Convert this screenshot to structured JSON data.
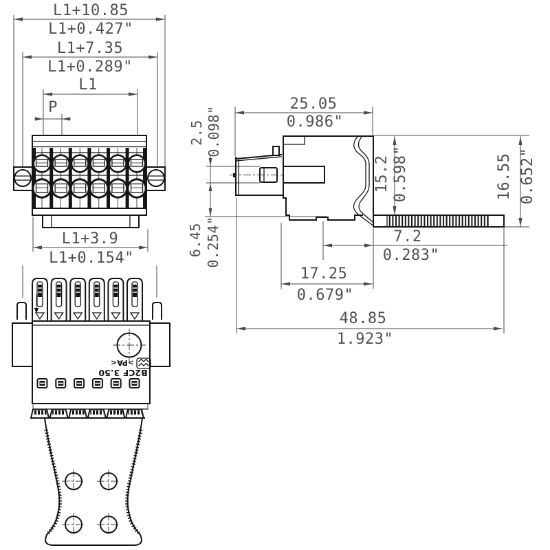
{
  "drawing_type": "connector-technical-drawing",
  "marking": {
    "logo": "weidmueller-logo",
    "material": ">PA<",
    "part_number": "B2CF 3.50"
  },
  "dimensions": {
    "l1_total": {
      "mm": "L1+10.85",
      "inch": "L1+0.427\""
    },
    "l1_screws": {
      "mm": "L1+7.35",
      "inch": "L1+0.289\""
    },
    "l1": {
      "mm": "L1"
    },
    "pitch": {
      "mm": "P"
    },
    "l1_body": {
      "mm": "L1+3.9",
      "inch": "L1+0.154\""
    },
    "depth": {
      "mm": "25.05",
      "inch": "0.986\""
    },
    "pin_width": {
      "mm": "2.5",
      "inch": "0.098\""
    },
    "pin_offset": {
      "mm": "6.45",
      "inch": "0.254\""
    },
    "height_body": {
      "mm": "15.2",
      "inch": "0.598\""
    },
    "height_total": {
      "mm": "16.55",
      "inch": "0.652\""
    },
    "strip_offset": {
      "mm": "7.2",
      "inch": "0.283\""
    },
    "body_depth": {
      "mm": "17.25",
      "inch": "0.679\""
    },
    "total_length": {
      "mm": "48.85",
      "inch": "1.923\""
    }
  },
  "colors": {
    "line": "#151515",
    "dim_text": "#505050",
    "background": "#ffffff"
  }
}
